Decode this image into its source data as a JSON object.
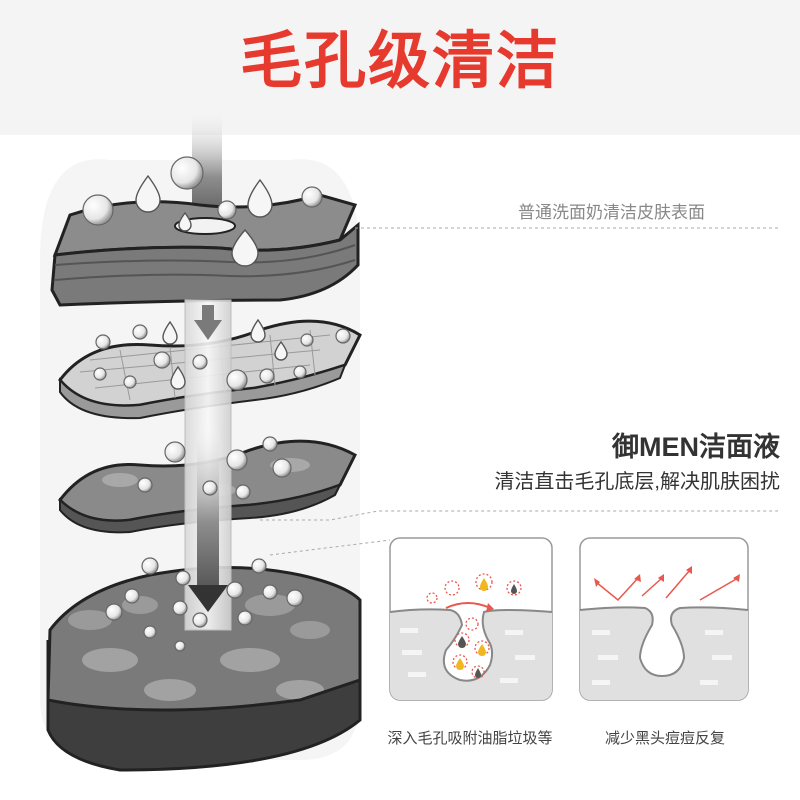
{
  "title": "毛孔级清洁",
  "labels": {
    "ordinary_cleanser": "普通洗面奶清洁皮肤表面",
    "product_name": "御MEN洁面液",
    "product_desc": "清洁直击毛孔底层,解决肌肤困扰",
    "panel_left_caption": "深入毛孔吸附油脂垃圾等",
    "panel_right_caption": "减少黑头痘痘反复"
  },
  "colors": {
    "title_red": "#e63a2e",
    "skin_gray": "#8c8c8c",
    "arrow_red": "#e8584c",
    "oil_yellow": "#f0b81e"
  }
}
